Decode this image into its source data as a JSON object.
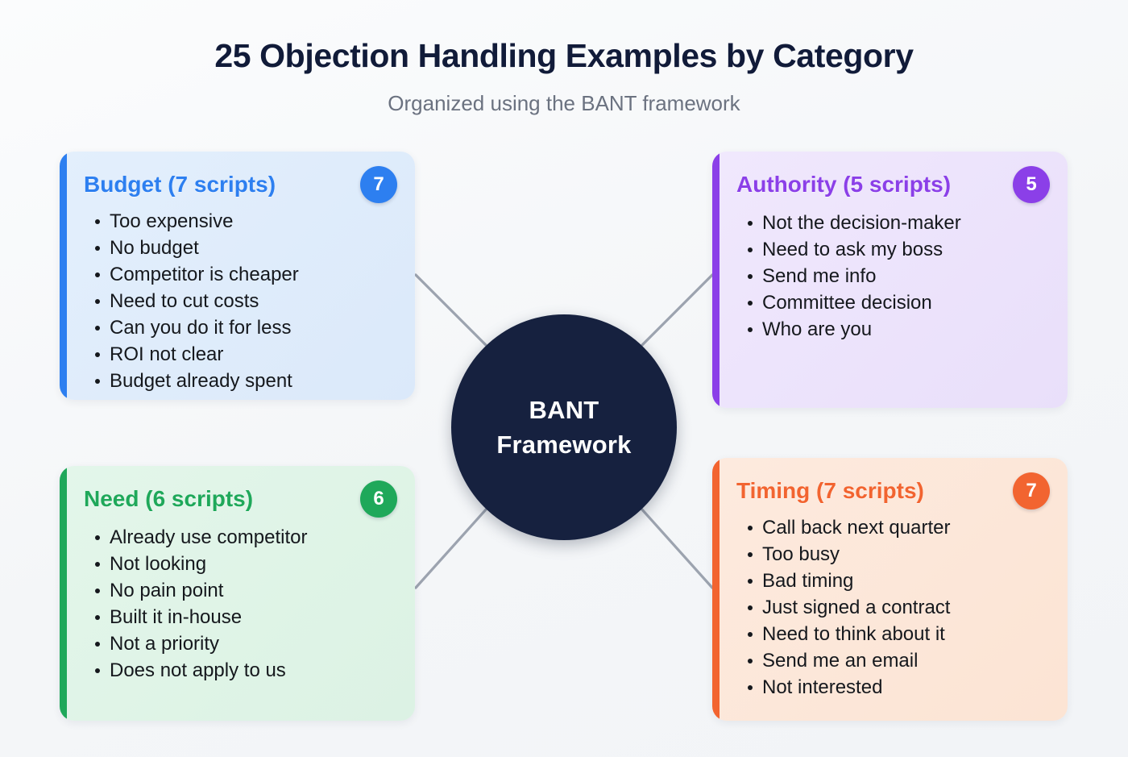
{
  "header": {
    "title": "25 Objection Handling Examples by Category",
    "subtitle": "Organized using the BANT framework"
  },
  "hub": {
    "line1": "BANT",
    "line2": "Framework"
  },
  "colors": {
    "background": "#f6f7f9",
    "title": "#111b39",
    "subtitle": "#6b7280",
    "hub_fill": "#16213f",
    "hub_text": "#ffffff",
    "connector": "#9ca3af",
    "budget_accent": "#2d7ff0",
    "budget_bg": "#dceafb",
    "authority_accent": "#8b3fe8",
    "authority_bg": "#ece2fb",
    "need_accent": "#1fa85a",
    "need_bg": "#dcf4e5",
    "timing_accent": "#f26430",
    "timing_bg": "#fde8da"
  },
  "cards": {
    "budget": {
      "title": "Budget (7 scripts)",
      "badge": "7",
      "items": [
        "Too expensive",
        "No budget",
        "Competitor is cheaper",
        "Need to cut costs",
        "Can you do it for less",
        "ROI not clear",
        "Budget already spent"
      ]
    },
    "authority": {
      "title": "Authority (5 scripts)",
      "badge": "5",
      "items": [
        "Not the decision-maker",
        "Need to ask my boss",
        "Send me info",
        "Committee decision",
        "Who are you"
      ]
    },
    "need": {
      "title": "Need (6 scripts)",
      "badge": "6",
      "items": [
        "Already use competitor",
        "Not looking",
        "No pain point",
        "Built it in-house",
        "Not a priority",
        "Does not apply to us"
      ]
    },
    "timing": {
      "title": "Timing (7 scripts)",
      "badge": "7",
      "items": [
        "Call back next quarter",
        "Too busy",
        "Bad timing",
        "Just signed a contract",
        "Need to think about it",
        "Send me an email",
        "Not interested"
      ]
    }
  }
}
